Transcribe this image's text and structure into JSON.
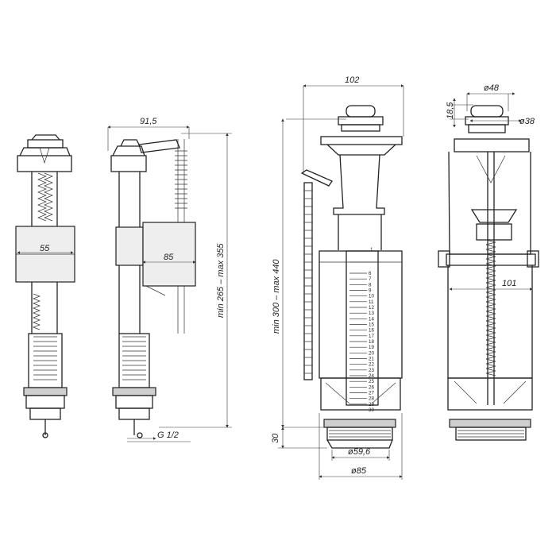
{
  "dimensions": {
    "width_91_5": "91,5",
    "d55": "55",
    "d85_fill": "85",
    "height_range_fill": "min 265 – max 355",
    "thread": "G 1/2",
    "d102": "102",
    "d48": "ø48",
    "d18_5": "18,5",
    "d38": "ø38",
    "height_range_flush": "min 300 – max 440",
    "d30": "30",
    "d59_6": "ø59,6",
    "d85_flush": "ø85",
    "d101": "101"
  },
  "scale": {
    "top_mark": "1",
    "numbers": [
      "6",
      "7",
      "8",
      "9",
      "10",
      "11",
      "12",
      "13",
      "14",
      "15",
      "16",
      "17",
      "18",
      "19",
      "20",
      "21",
      "22",
      "23",
      "24",
      "25",
      "26",
      "27",
      "28",
      "29",
      "30"
    ]
  }
}
